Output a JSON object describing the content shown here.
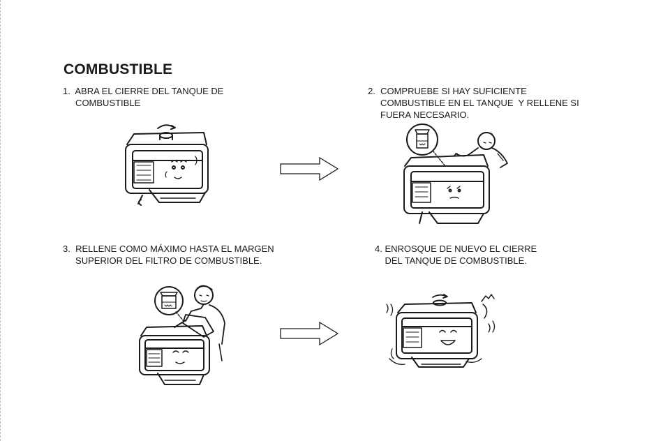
{
  "section_title": "COMBUSTIBLE",
  "steps": [
    {
      "text": "1.  ABRA EL CIERRE DEL TANQUE DE\n     COMBUSTIBLE"
    },
    {
      "text": "2.  COMPRUEBE SI HAY SUFICIENTE\n     COMBUSTIBLE EN EL TANQUE  Y RELLENE SI\n     FUERA NECESARIO."
    },
    {
      "text": "3.  RELLENE COMO MÁXIMO HASTA EL MARGEN\n     SUPERIOR DEL FILTRO DE COMBUSTIBLE."
    },
    {
      "text": "4. ENROSQUE DE NUEVO EL CIERRE\n    DEL TANQUE DE COMBUSTIBLE."
    }
  ],
  "illustrations": [
    {
      "icon": "generator-cap-open-icon"
    },
    {
      "icon": "generator-check-fuel-icon"
    },
    {
      "icon": "generator-refuel-icon"
    },
    {
      "icon": "generator-cap-closed-icon"
    }
  ],
  "colors": {
    "ink": "#1a1a1a",
    "background": "#ffffff"
  }
}
